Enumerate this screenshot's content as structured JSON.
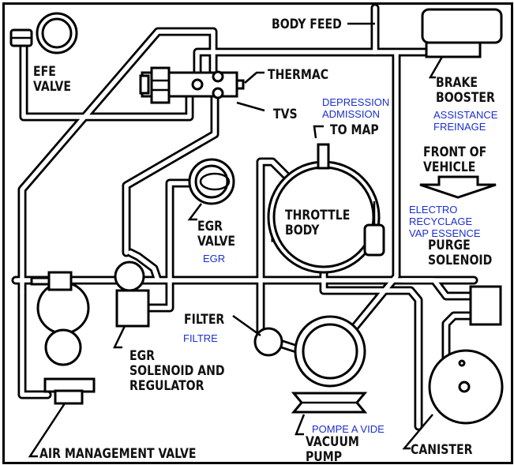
{
  "diagram": {
    "title": "Vacuum hose routing diagram",
    "labels": {
      "efe_valve": "EFE\nVALVE",
      "body_feed": "BODY FEED",
      "thermac": "THERMAC",
      "tvs": "TVS",
      "to_map": "TO MAP",
      "brake_booster": "BRAKE\nBOOSTER",
      "front_of_vehicle": "FRONT OF\nVEHICLE",
      "throttle_body": "THROTTLE\nBODY",
      "egr_valve": "EGR\nVALVE",
      "purge_solenoid": "PURGE\nSOLENOID",
      "filter": "FILTER",
      "egr_solenoid": "EGR\nSOLENOID AND\nREGULATOR",
      "air_management_valve": "AIR MANAGEMENT VALVE",
      "vacuum_pump": "VACUUM\nPUMP",
      "canister": "CANISTER"
    },
    "translations": {
      "to_map": "DEPRESSION\nADMISSION",
      "brake_booster": "ASSISTANCE\nFREINAGE",
      "egr_valve": "EGR",
      "purge_solenoid": "ELECTRO\nRECYCLAGE\nVAP ESSENCE",
      "filter": "FILTRE",
      "vacuum_pump": "POMPE A VIDE"
    },
    "colors": {
      "line": "#000000",
      "translation_text": "#1a2fcf",
      "background": "#ffffff"
    }
  }
}
